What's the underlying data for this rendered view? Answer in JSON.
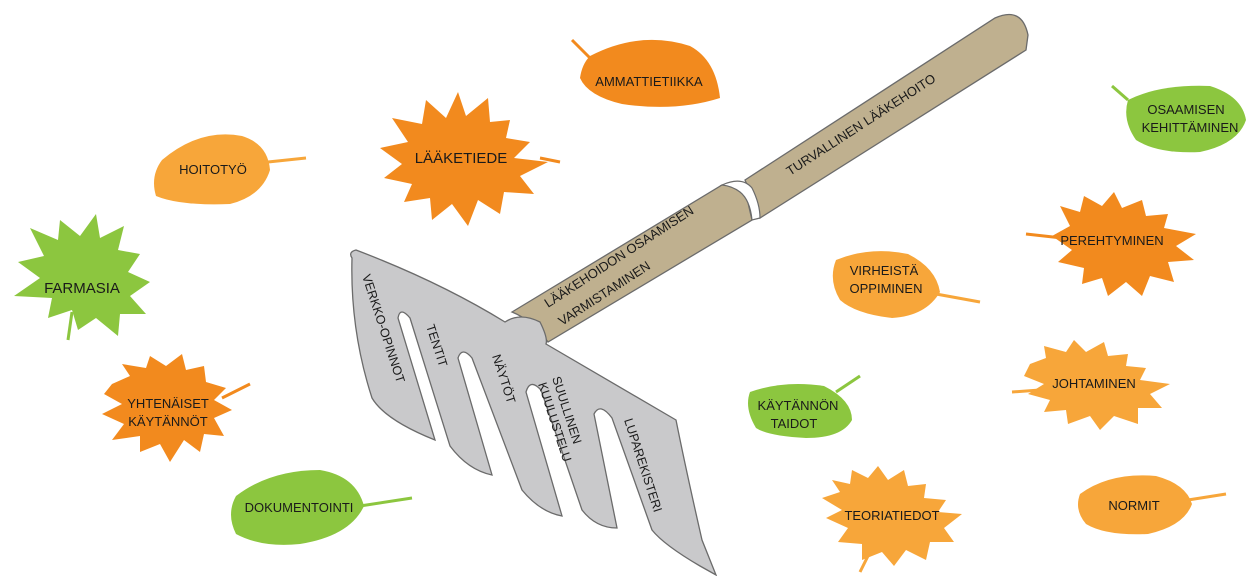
{
  "colors": {
    "orange": "#f28a1e",
    "light_orange": "#f7a63a",
    "green": "#8cc63f",
    "rake_gray": "#c9c9cb",
    "handle_tan": "#bfb08f",
    "outline": "#555555"
  },
  "handle": {
    "upper_label": "TURVALLINEN LÄÄKEHOITO",
    "lower_label_line1": "LÄÄKEHOIDON OSAAMISEN",
    "lower_label_line2": "VARMISTAMINEN"
  },
  "tines": [
    {
      "line1": "VERKKO-OPINNOT",
      "line2": ""
    },
    {
      "line1": "TENTIT",
      "line2": ""
    },
    {
      "line1": "NÄYTÖT",
      "line2": ""
    },
    {
      "line1": "SUULLINEN",
      "line2": "KUULUSTELU"
    },
    {
      "line1": "LUPAREKISTERI",
      "line2": ""
    }
  ],
  "leaves": [
    {
      "line1": "AMMATTIETIIKKA",
      "line2": "",
      "color": "orange",
      "shape": "oval"
    },
    {
      "line1": "LÄÄKETIEDE",
      "line2": "",
      "color": "orange",
      "shape": "maple"
    },
    {
      "line1": "HOITOTYÖ",
      "line2": "",
      "color": "light_orange",
      "shape": "oval"
    },
    {
      "line1": "FARMASIA",
      "line2": "",
      "color": "green",
      "shape": "maple"
    },
    {
      "line1": "YHTENÄISET",
      "line2": "KÄYTÄNNÖT",
      "color": "orange",
      "shape": "serrated"
    },
    {
      "line1": "DOKUMENTOINTI",
      "line2": "",
      "color": "green",
      "shape": "oval"
    },
    {
      "line1": "OSAAMISEN",
      "line2": "KEHITTÄMINEN",
      "color": "green",
      "shape": "oval"
    },
    {
      "line1": "PEREHTYMINEN",
      "line2": "",
      "color": "orange",
      "shape": "serrated"
    },
    {
      "line1": "VIRHEISTÄ",
      "line2": "OPPIMINEN",
      "color": "light_orange",
      "shape": "oval"
    },
    {
      "line1": "JOHTAMINEN",
      "line2": "",
      "color": "light_orange",
      "shape": "serrated"
    },
    {
      "line1": "KÄYTÄNNÖN",
      "line2": "TAIDOT",
      "color": "green",
      "shape": "oval"
    },
    {
      "line1": "TEORIATIEDOT",
      "line2": "",
      "color": "light_orange",
      "shape": "maple"
    },
    {
      "line1": "NORMIT",
      "line2": "",
      "color": "light_orange",
      "shape": "oval"
    }
  ]
}
